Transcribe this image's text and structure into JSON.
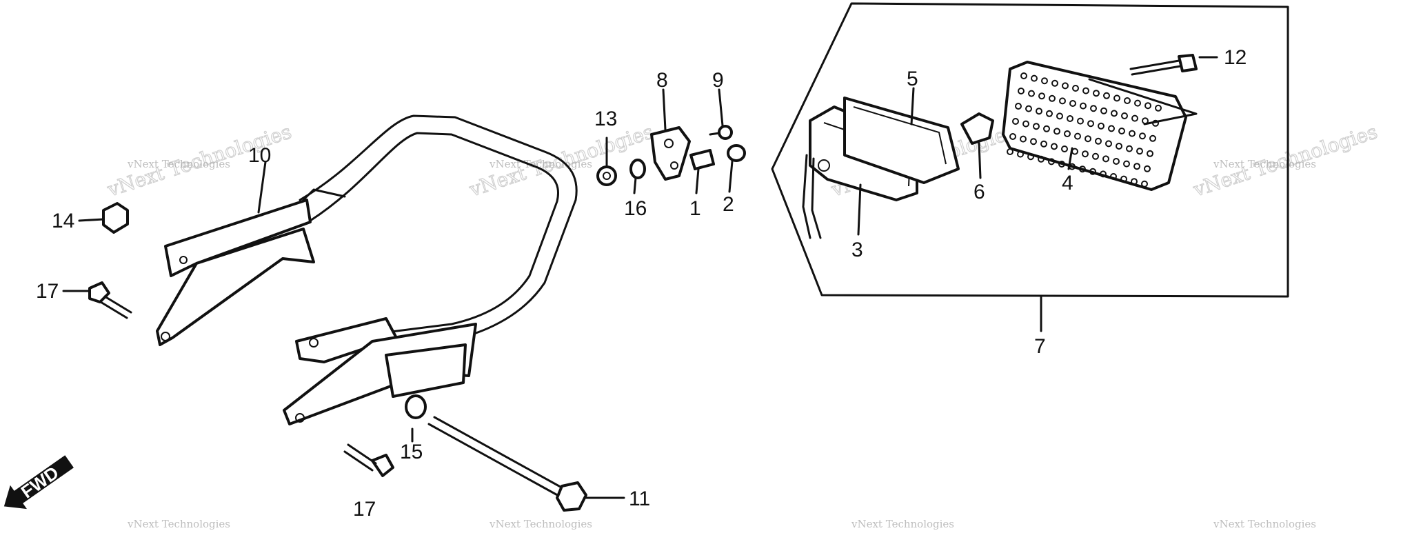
{
  "diagram": {
    "labels": {
      "p1": "1",
      "p2": "2",
      "p3": "3",
      "p4": "4",
      "p5": "5",
      "p6": "6",
      "p7": "7",
      "p8": "8",
      "p9": "9",
      "p10": "10",
      "p11": "11",
      "p12": "12",
      "p13": "13",
      "p14": "14",
      "p15": "15",
      "p16": "16",
      "p17a": "17",
      "p17b": "17"
    },
    "fwd": "FWD",
    "watermark": "vNext Technologies",
    "watermark_logo": "vNext Technologies"
  }
}
